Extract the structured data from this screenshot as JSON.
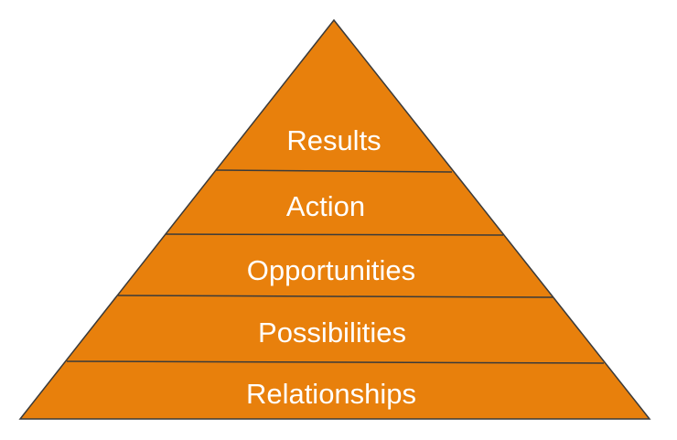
{
  "diagram": {
    "type": "pyramid",
    "colors": {
      "fill": "#E8800C",
      "outline": "#3a3a3a",
      "text": "#ffffff",
      "background": "#ffffff"
    },
    "tiers": [
      {
        "label": "Results"
      },
      {
        "label": "Action"
      },
      {
        "label": "Opportunities"
      },
      {
        "label": "Possibilities"
      },
      {
        "label": "Relationships"
      }
    ]
  }
}
